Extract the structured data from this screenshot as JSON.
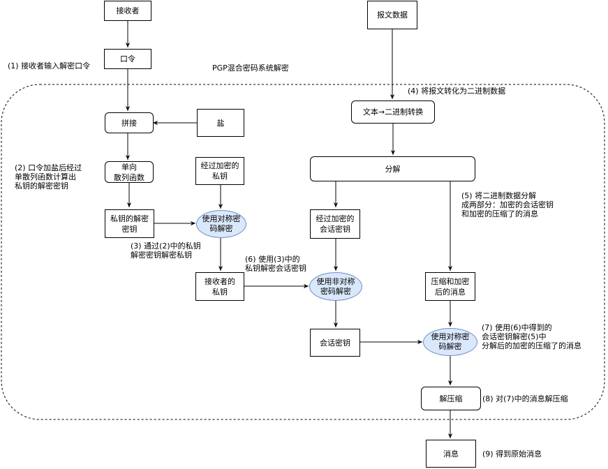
{
  "diagram": {
    "region_label": "PGP混合密码系统解密",
    "nodes": {
      "receiver": "接收者",
      "passphrase": "口令",
      "concat": "拼接",
      "salt": "盐",
      "hash": "单向\n散列函数",
      "enc_private_key": "经过加密的\n私钥",
      "private_key_dec_key": "私钥的解密\n密钥",
      "sym_decrypt_1": "使用对称密\n码解密",
      "receiver_private_key": "接收者的\n私钥",
      "message_data": "报文数据",
      "text_to_binary": "文本→二进制转换",
      "split": "分解",
      "enc_session_key": "经过加密的\n会话密钥",
      "asym_decrypt": "使用非对称\n密码解密",
      "compressed_enc_msg": "压缩和加密\n后的消息",
      "session_key": "会话密钥",
      "sym_decrypt_2": "使用对称密\n码解密",
      "decompress": "解压缩",
      "message": "消息"
    },
    "notes": {
      "step1": "(1) 接收者输入解密口令",
      "step2": "(2) 口令加盐后经过\n单散列函数计算出\n私钥的解密密钥",
      "step3": "(3) 通过(2)中的私钥\n解密密钥解密私钥",
      "step4": "(4) 将报文转化为二进制数据",
      "step5": "(5) 将二进制数据分解\n成两部分：加密的会话密钥\n和加密的压缩了的消息",
      "step6": "(6) 使用(3)中的\n私钥解密会话密钥",
      "step7": "(7) 使用(6)中得到的\n会话密钥解密(5)中\n分解后的加密的压缩了的消息",
      "step8": "(8) 对(7)中的消息解压缩",
      "step9": "(9) 得到原始消息"
    },
    "colors": {
      "line": "#000000",
      "ellipse_fill": "#dae8fc",
      "ellipse_stroke": "#6c8ebf"
    }
  }
}
